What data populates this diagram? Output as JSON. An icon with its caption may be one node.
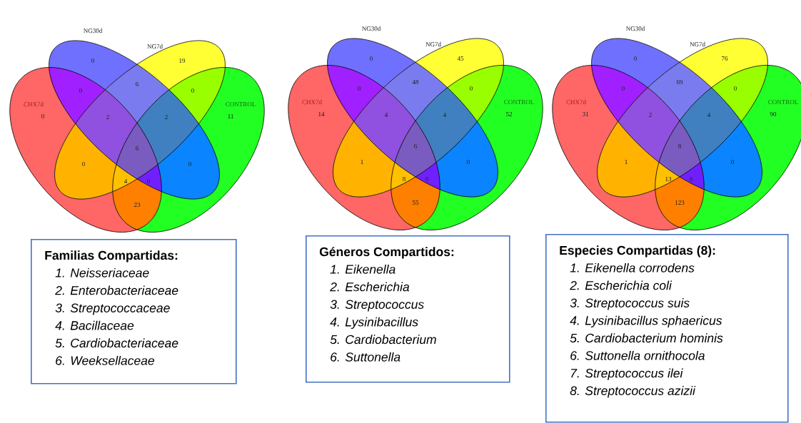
{
  "diagram": {
    "nodes": [
      {
        "text": [
          "NG30d",
          "0"
        ]
      },
      {
        "text": [
          "NG7d",
          "19"
        ]
      },
      {
        "text": [
          "CHX7d",
          "0"
        ]
      },
      {
        "text": [
          "CONTROL",
          "11"
        ]
      },
      {
        "text": [
          "Familias Compartidas:",
          "1. Neisseriaceae",
          "2. Enterobacteriaceae",
          "3. Streptococcaceae",
          "4. Bacillaceae",
          "5. Cardiobacteriaceae",
          "6. Weeksellaceae"
        ]
      },
      {
        "text": [
          "NG30d",
          "0"
        ]
      },
      {
        "text": [
          "NG7d",
          "45"
        ]
      },
      {
        "text": [
          "CHX7d",
          "14"
        ]
      },
      {
        "text": [
          "CONTROL",
          "52"
        ]
      },
      {
        "text": [
          "Géneros Compartidos:",
          "1. Eikenella",
          "2. Escherichia",
          "3. Streptococcus",
          "4. Lysinibacillus",
          "5. Cardiobacterium",
          "6. Suttonella"
        ]
      },
      {
        "text": [
          "NG30d",
          "0"
        ]
      },
      {
        "text": [
          "NG7d",
          "76"
        ]
      },
      {
        "text": [
          "CHX7d",
          "31"
        ]
      },
      {
        "text": [
          "CONTROL",
          "90"
        ]
      },
      {
        "text": [
          "Especies Compartidas (8):",
          "1. Eikenella corrodens",
          "2. Escherichia coli",
          "3. Streptococcus suis",
          "4. Lysinibacillus sphaericus",
          "5. Cardiobacterium hominis",
          "6. Suttonella ornithocola",
          "7. Streptococcus ilei",
          "8. Streptococcus azizii"
        ]
      }
    ],
    "labels": [
      "6",
      "0",
      "0",
      "2",
      "2",
      "6",
      "0",
      "0",
      "4",
      "0",
      "23",
      "48",
      "0",
      "0",
      "4",
      "4",
      "6",
      "1",
      "0",
      "8",
      "0",
      "55",
      "69",
      "0",
      "0",
      "2",
      "4",
      "8",
      "1",
      "0",
      "13",
      "0",
      "123"
    ]
  }
}
